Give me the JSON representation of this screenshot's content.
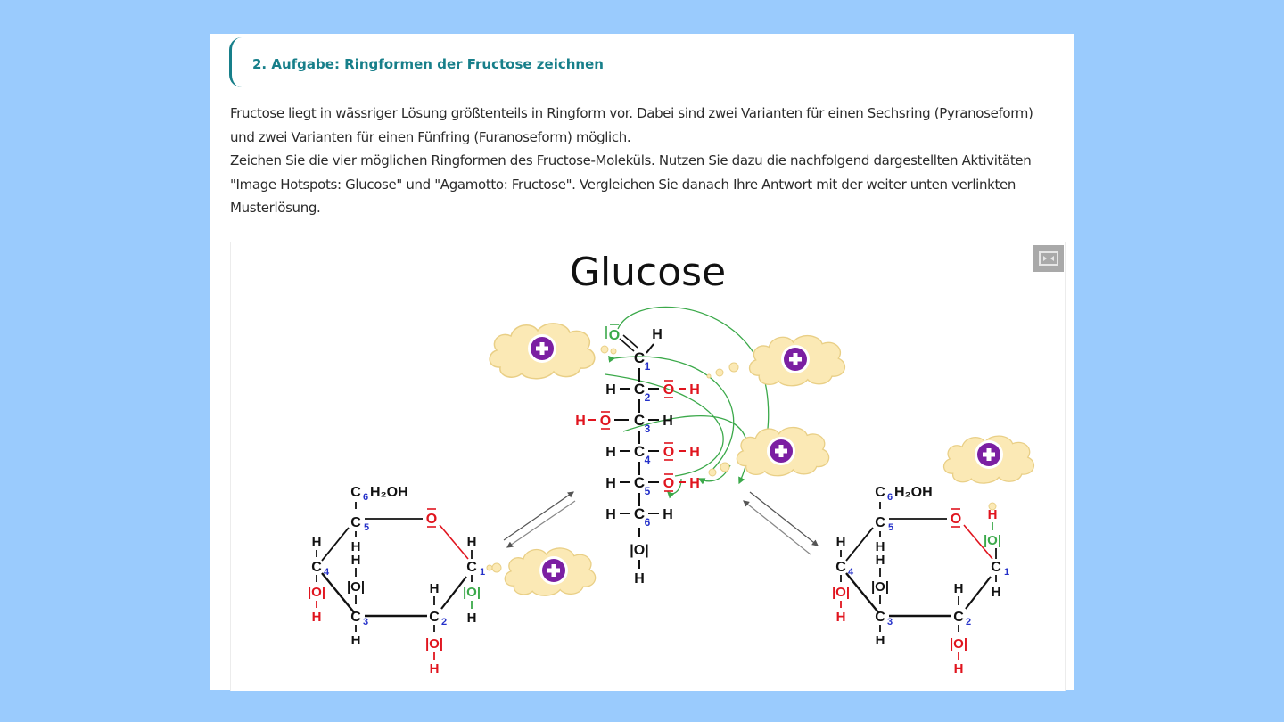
{
  "task": {
    "title": "2. Aufgabe: Ringformen der Fructose zeichnen",
    "paragraph1": "Fructose liegt in wässriger Lösung größtenteils in Ringform vor. Dabei sind zwei Varianten für einen Sechsring (Pyranoseform) und zwei Varianten für einen Fünfring (Furanoseform) möglich.",
    "paragraph2": "Zeichen Sie die vier möglichen Ringformen des Fructose-Moleküls. Nutzen Sie dazu die nachfolgend dargestellten Aktivitäten \"Image Hotspots: Glucose\" und \"Agamotto: Fructose\". Vergleichen Sie danach Ihre Antwort mit der weiter unten verlinkten Musterlösung."
  },
  "activity": {
    "image_title": "Glucose",
    "fullscreen_icon": "fullscreen-icon",
    "hotspot_icon": "plus-circle-icon",
    "hotspot_count": 5,
    "colors": {
      "hotspot": "#7b1fa2",
      "cloud": "#fbe9b5",
      "cloud_border": "#e9cf86",
      "arrow_green": "#3ba94a",
      "oxygen_red": "#e0141e",
      "number_blue": "#2430c9"
    }
  },
  "molecule": {
    "chain": {
      "o1": "O",
      "h_top": "H",
      "rows": [
        {
          "left": "",
          "c": "C",
          "n": "1",
          "right": ""
        },
        {
          "left": "H",
          "c": "C",
          "n": "2",
          "right": "O",
          "right2": "H"
        },
        {
          "left": "H",
          "left2": "O",
          "c": "C",
          "n": "3",
          "right": "H"
        },
        {
          "left": "H",
          "c": "C",
          "n": "4",
          "right": "O",
          "right2": "H"
        },
        {
          "left": "H",
          "c": "C",
          "n": "5",
          "right": "O",
          "right2": "H"
        },
        {
          "left": "H",
          "c": "C",
          "n": "6",
          "right": "H"
        }
      ],
      "o6": "|O|",
      "h6": "H"
    },
    "ring": {
      "ch2oh_c": "C",
      "ch2oh_n": "6",
      "ch2oh_rest": "H₂OH",
      "c": "C",
      "o_ring": "O",
      "h": "H",
      "oh": "|O|",
      "n1": "1",
      "n2": "2",
      "n3": "3",
      "n4": "4",
      "n5": "5"
    }
  }
}
